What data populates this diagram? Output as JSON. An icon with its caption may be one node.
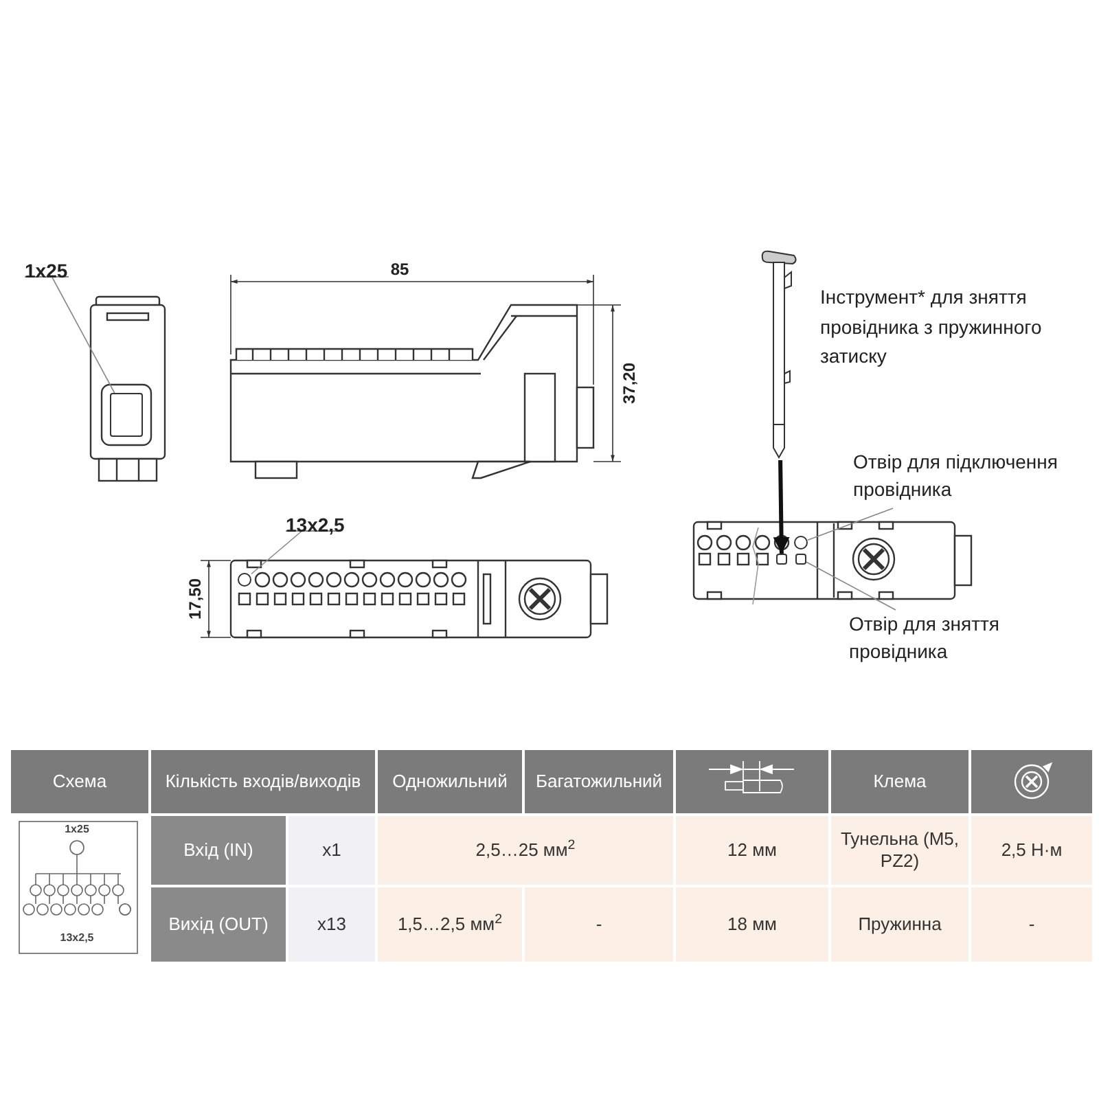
{
  "diagram": {
    "nodes": [
      {
        "text": [
          "1x25"
        ]
      },
      {
        "text": [],
        "shape": "box"
      },
      {
        "text": [
          "13x2,5"
        ]
      },
      {
        "text": [],
        "shape": "circle"
      },
      {
        "text": [],
        "shape": "picture",
        "beside": [
          "Інструмент* для зняття провідника з пружинного затиску"
        ]
      },
      {
        "text": [],
        "shape": "box"
      },
      {
        "text": [
          "Отвір для підключення провідника"
        ]
      },
      {
        "text": [],
        "shape": "circle"
      },
      {
        "text": [
          "Отвір для зняття провідника"
        ]
      },
      {
        "text": [],
        "shape": "box"
      }
    ],
    "edges": [
      {
        "from": 0,
        "to": 1,
        "arrow": "none"
      },
      {
        "from": 2,
        "to": 3,
        "arrow": "none"
      },
      {
        "from": 4,
        "to": 5,
        "arrow": "to",
        "style": "thick",
        "color": "#111111"
      },
      {
        "from": 6,
        "to": 7,
        "arrow": "none"
      },
      {
        "from": 8,
        "to": 9,
        "arrow": "none"
      }
    ],
    "labels": [
      "85",
      "37,20",
      "17,50",
      "Схема",
      "Кількість входів/виходів",
      "Одножильний",
      "Багатожильний",
      "Клема",
      "1x25",
      "13x2,5",
      "Вхід (IN)",
      "x1",
      "2,5…25 мм$^{2}$",
      "12 мм",
      "Тунельна (M5, PZ2)",
      "2,5 Н·м",
      "Вихід (OUT)",
      "x13",
      "1,5…2,5 мм$^{2}$",
      "-",
      "18 мм",
      "Пружинна",
      "-"
    ]
  }
}
